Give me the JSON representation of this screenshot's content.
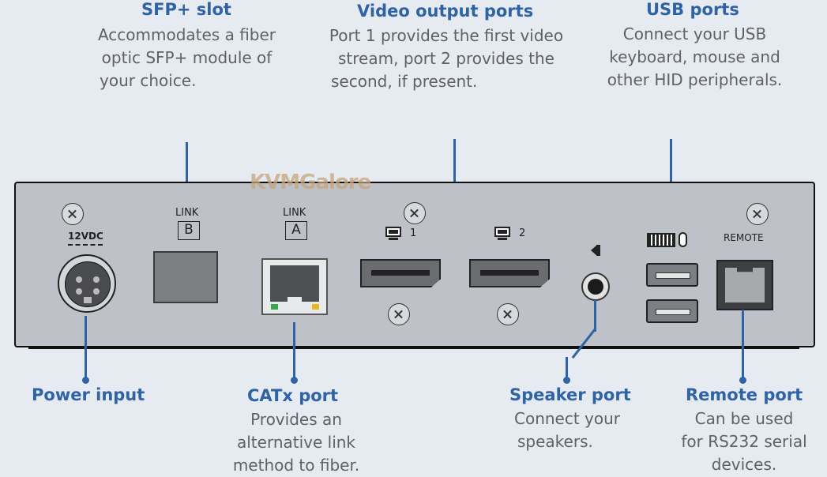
{
  "callouts": {
    "sfp": {
      "title": "SFP+ slot",
      "lines": [
        "Accommodates a fiber",
        "optic SFP+ module of",
        "your choice."
      ]
    },
    "video": {
      "title": "Video output ports",
      "lines": [
        "Port 1 provides the first video",
        "stream, port 2 provides the",
        "second, if present."
      ]
    },
    "usb": {
      "title": "USB ports",
      "lines": [
        "Connect your USB",
        "keyboard, mouse and",
        "other HID peripherals."
      ]
    },
    "power": {
      "title": "Power input"
    },
    "catx": {
      "title": "CATx port",
      "lines": [
        "Provides an",
        "alternative link",
        "method to fiber."
      ]
    },
    "speaker": {
      "title": "Speaker port",
      "lines": [
        "Connect your",
        "speakers."
      ]
    },
    "remote": {
      "title": "Remote port",
      "lines": [
        "Can be used",
        "for RS232 serial",
        "devices."
      ]
    }
  },
  "device": {
    "watermark": "KVMGalore",
    "power_label": "12VDC",
    "link_label": "LINK",
    "link_b": "B",
    "link_a": "A",
    "video_port_1": "1",
    "video_port_2": "2",
    "remote_label": "REMOTE"
  },
  "colors": {
    "accent": "#2f63a4",
    "body_text": "#5f6166",
    "background": "#e6eaf1",
    "device": "#bec1c7"
  }
}
